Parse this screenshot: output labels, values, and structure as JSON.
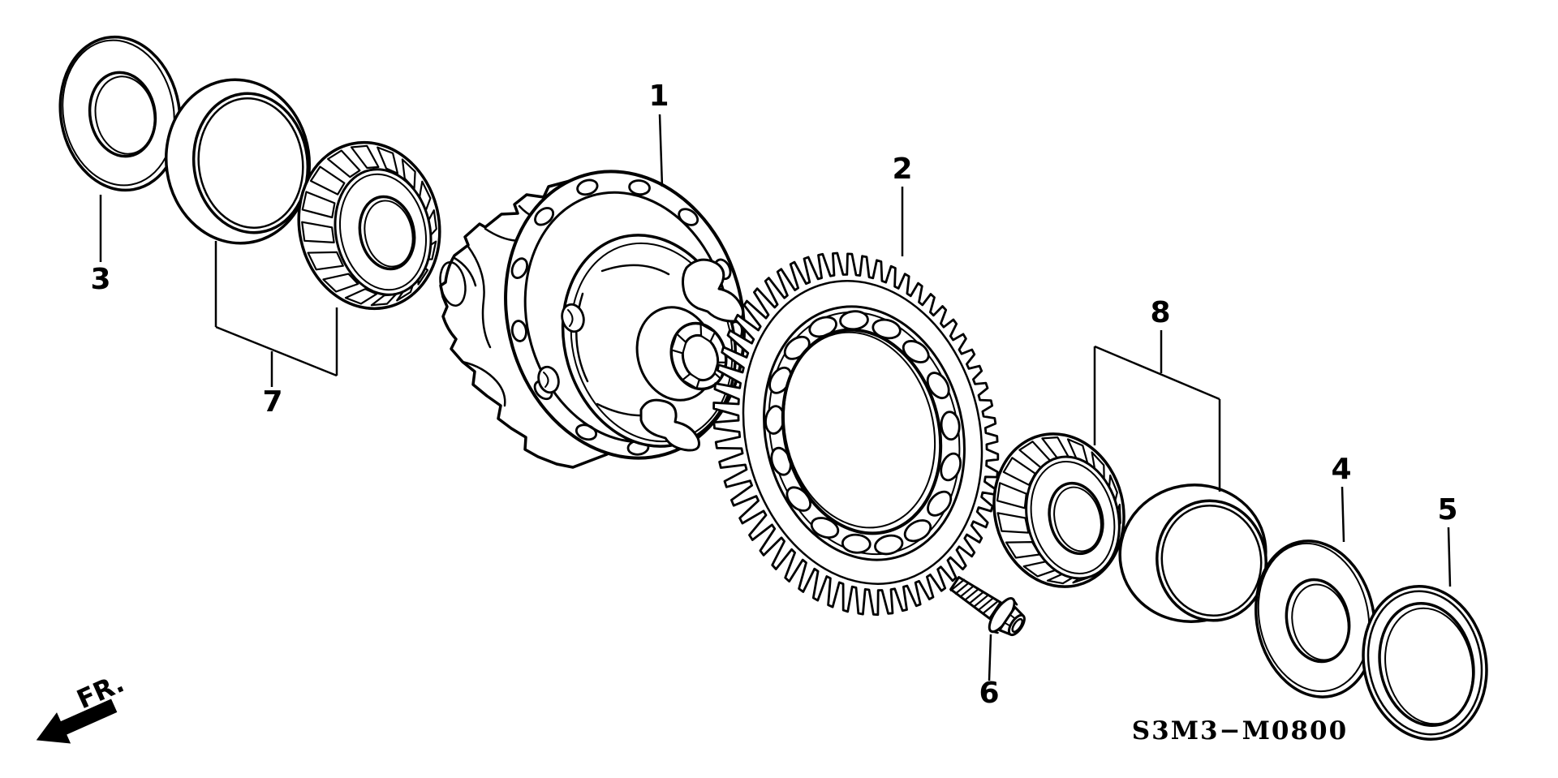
{
  "diagram": {
    "code": "S3M3−M0800",
    "front_label": "FR.",
    "part_refs": [
      "1",
      "2",
      "3",
      "4",
      "5",
      "6",
      "7",
      "8"
    ],
    "colors": {
      "line": "#000000",
      "background": "#ffffff"
    }
  }
}
